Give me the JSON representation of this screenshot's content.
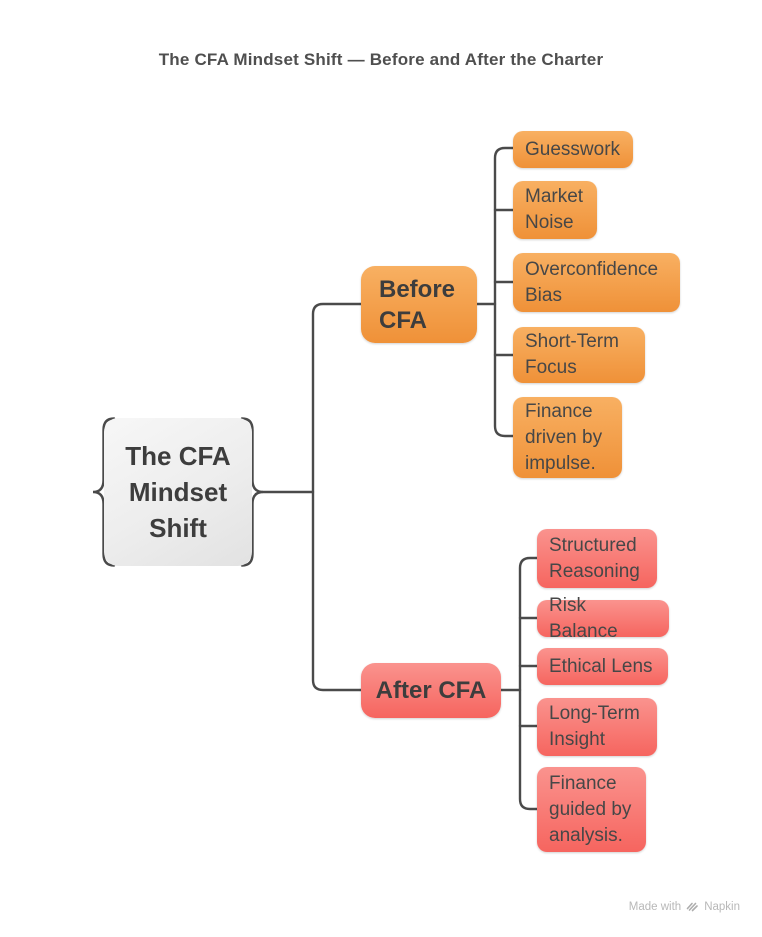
{
  "title": "The CFA Mindset Shift — Before and After the Charter",
  "root": {
    "label": "The CFA Mindset Shift"
  },
  "branches": [
    {
      "label": "Before CFA",
      "children": [
        "Guesswork",
        "Market Noise",
        "Overconfidence Bias",
        "Short-Term Focus",
        "Finance driven by impulse."
      ]
    },
    {
      "label": "After CFA",
      "children": [
        "Structured Reasoning",
        "Risk Balance",
        "Ethical Lens",
        "Long-Term Insight",
        "Finance guided by analysis."
      ]
    }
  ],
  "watermark": {
    "made_with": "Made with",
    "brand": "Napkin"
  },
  "colors": {
    "orange_top": "#f8b062",
    "orange_bottom": "#ef9138",
    "red_top": "#fa938e",
    "red_bottom": "#f6655f",
    "line_color": "#4a4a4a",
    "root_fill": "#ebebeb",
    "text_dark": "#3d3d3d"
  }
}
